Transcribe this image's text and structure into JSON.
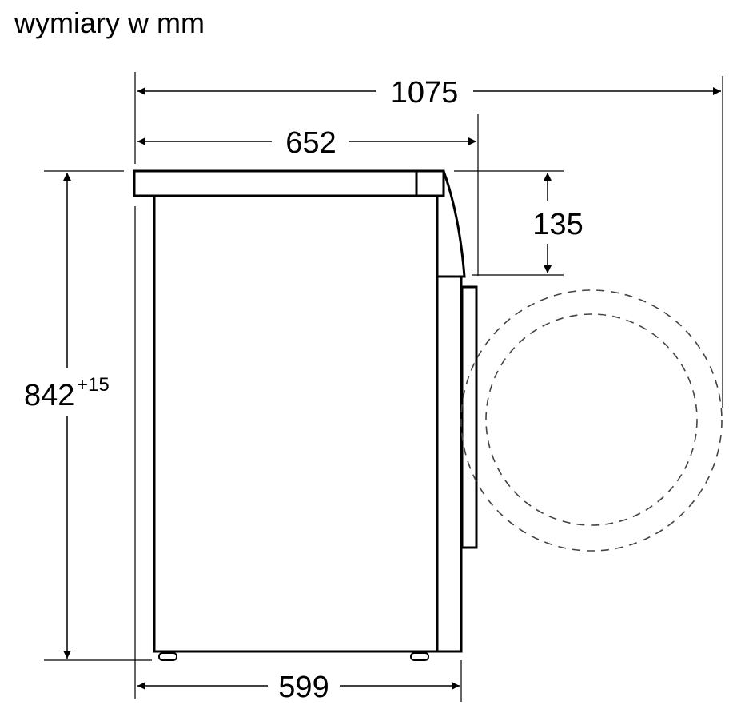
{
  "title": "wymiary w mm",
  "dimensions": {
    "total_depth": "1075",
    "depth_with_top": "652",
    "top_height": "135",
    "height": "842",
    "height_tolerance": "+15",
    "width_bottom": "599"
  },
  "colors": {
    "line": "#000000",
    "dashed": "#444444"
  }
}
